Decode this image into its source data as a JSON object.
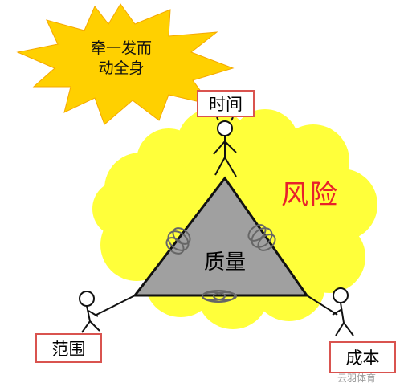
{
  "burst": {
    "line1": "牵一发而",
    "line2": "动全身"
  },
  "labels": {
    "time": "时间",
    "scope": "范围",
    "cost": "成本",
    "quality": "质量",
    "risk": "风险"
  },
  "watermark": "云羽体育",
  "colors": {
    "burst_fill": "#ffd000",
    "cloud_fill": "#ffff3a",
    "triangle_fill": "#a0a0a0",
    "label_border": "#d9534f",
    "risk_text": "#e8202a"
  },
  "icons": [
    "stick-figure-top",
    "stick-figure-left",
    "stick-figure-right",
    "rope-coil"
  ]
}
